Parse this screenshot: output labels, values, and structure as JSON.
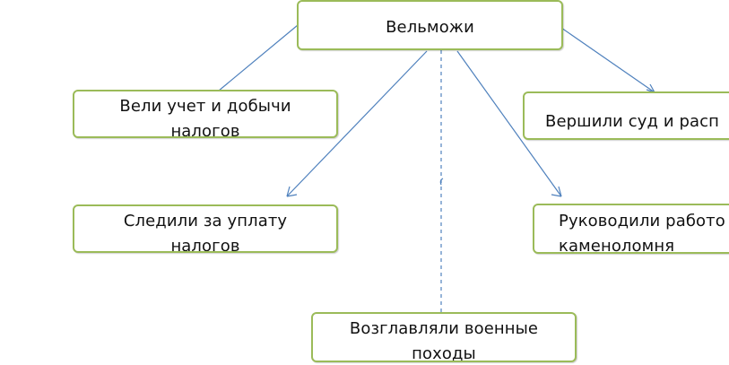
{
  "diagram": {
    "root": {
      "label": "Вельможи"
    },
    "left_top": {
      "label": "Вели  учет и добычи\nналогов"
    },
    "left_bottom": {
      "label": "Следили за уплату\nналогов"
    },
    "right_top": {
      "label": "Вершили суд и расп"
    },
    "right_bottom": {
      "label": "Руководили работо\nкаменоломня"
    },
    "bottom_center": {
      "label": "Возглавляли  военные\nпоходы"
    }
  },
  "colors": {
    "box_border": "#9bbb59",
    "connector": "#4f81bd",
    "text": "#111111"
  }
}
